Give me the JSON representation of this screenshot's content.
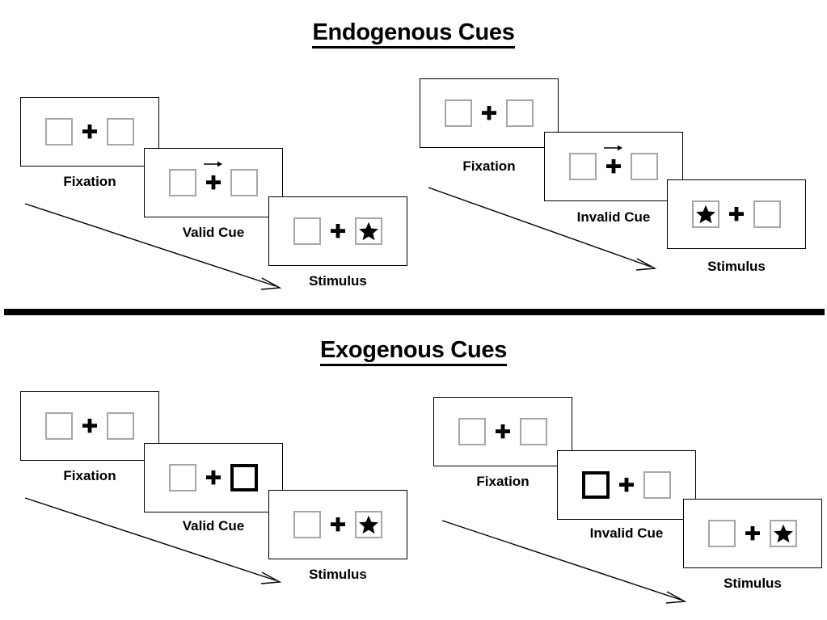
{
  "figure": {
    "title_endogenous": "Endogenous Cues",
    "title_exogenous": "Exogenous Cues",
    "colors": {
      "ink": "#000000",
      "box_outline": "#a6a6a6",
      "cued_box_outline": "#000000",
      "background": "#ffffff"
    }
  },
  "sections": [
    {
      "id": "endogenous",
      "title": "Endogenous Cues",
      "columns": [
        {
          "id": "endogenous-valid",
          "frames": [
            {
              "caption": "Fixation",
              "left_box": {
                "content": "empty",
                "cued": false
              },
              "center": {
                "cross": true,
                "arrow": "none"
              },
              "right_box": {
                "content": "empty",
                "cued": false
              }
            },
            {
              "caption": "Valid Cue",
              "left_box": {
                "content": "empty",
                "cued": false
              },
              "center": {
                "cross": true,
                "arrow": "right"
              },
              "right_box": {
                "content": "empty",
                "cued": false
              }
            },
            {
              "caption": "Stimulus",
              "left_box": {
                "content": "empty",
                "cued": false
              },
              "center": {
                "cross": true,
                "arrow": "none"
              },
              "right_box": {
                "content": "star",
                "cued": false
              }
            }
          ]
        },
        {
          "id": "endogenous-invalid",
          "frames": [
            {
              "caption": "Fixation",
              "left_box": {
                "content": "empty",
                "cued": false
              },
              "center": {
                "cross": true,
                "arrow": "none"
              },
              "right_box": {
                "content": "empty",
                "cued": false
              }
            },
            {
              "caption": "Invalid Cue",
              "left_box": {
                "content": "empty",
                "cued": false
              },
              "center": {
                "cross": true,
                "arrow": "right"
              },
              "right_box": {
                "content": "empty",
                "cued": false
              }
            },
            {
              "caption": "Stimulus",
              "left_box": {
                "content": "star",
                "cued": false
              },
              "center": {
                "cross": true,
                "arrow": "none"
              },
              "right_box": {
                "content": "empty",
                "cued": false
              }
            }
          ]
        }
      ]
    },
    {
      "id": "exogenous",
      "title": "Exogenous Cues",
      "columns": [
        {
          "id": "exogenous-valid",
          "frames": [
            {
              "caption": "Fixation",
              "left_box": {
                "content": "empty",
                "cued": false
              },
              "center": {
                "cross": true,
                "arrow": "none"
              },
              "right_box": {
                "content": "empty",
                "cued": false
              }
            },
            {
              "caption": "Valid Cue",
              "left_box": {
                "content": "empty",
                "cued": false
              },
              "center": {
                "cross": true,
                "arrow": "none"
              },
              "right_box": {
                "content": "empty",
                "cued": true
              }
            },
            {
              "caption": "Stimulus",
              "left_box": {
                "content": "empty",
                "cued": false
              },
              "center": {
                "cross": true,
                "arrow": "none"
              },
              "right_box": {
                "content": "star",
                "cued": false
              }
            }
          ]
        },
        {
          "id": "exogenous-invalid",
          "frames": [
            {
              "caption": "Fixation",
              "left_box": {
                "content": "empty",
                "cued": false
              },
              "center": {
                "cross": true,
                "arrow": "none"
              },
              "right_box": {
                "content": "empty",
                "cued": false
              }
            },
            {
              "caption": "Invalid Cue",
              "left_box": {
                "content": "empty",
                "cued": true
              },
              "center": {
                "cross": true,
                "arrow": "none"
              },
              "right_box": {
                "content": "empty",
                "cued": false
              }
            },
            {
              "caption": "Stimulus",
              "left_box": {
                "content": "empty",
                "cued": false
              },
              "center": {
                "cross": true,
                "arrow": "none"
              },
              "right_box": {
                "content": "star",
                "cued": false
              }
            }
          ]
        }
      ]
    }
  ],
  "captions": {
    "fixation": "Fixation",
    "valid_cue": "Valid Cue",
    "invalid_cue": "Invalid Cue",
    "stimulus": "Stimulus"
  }
}
